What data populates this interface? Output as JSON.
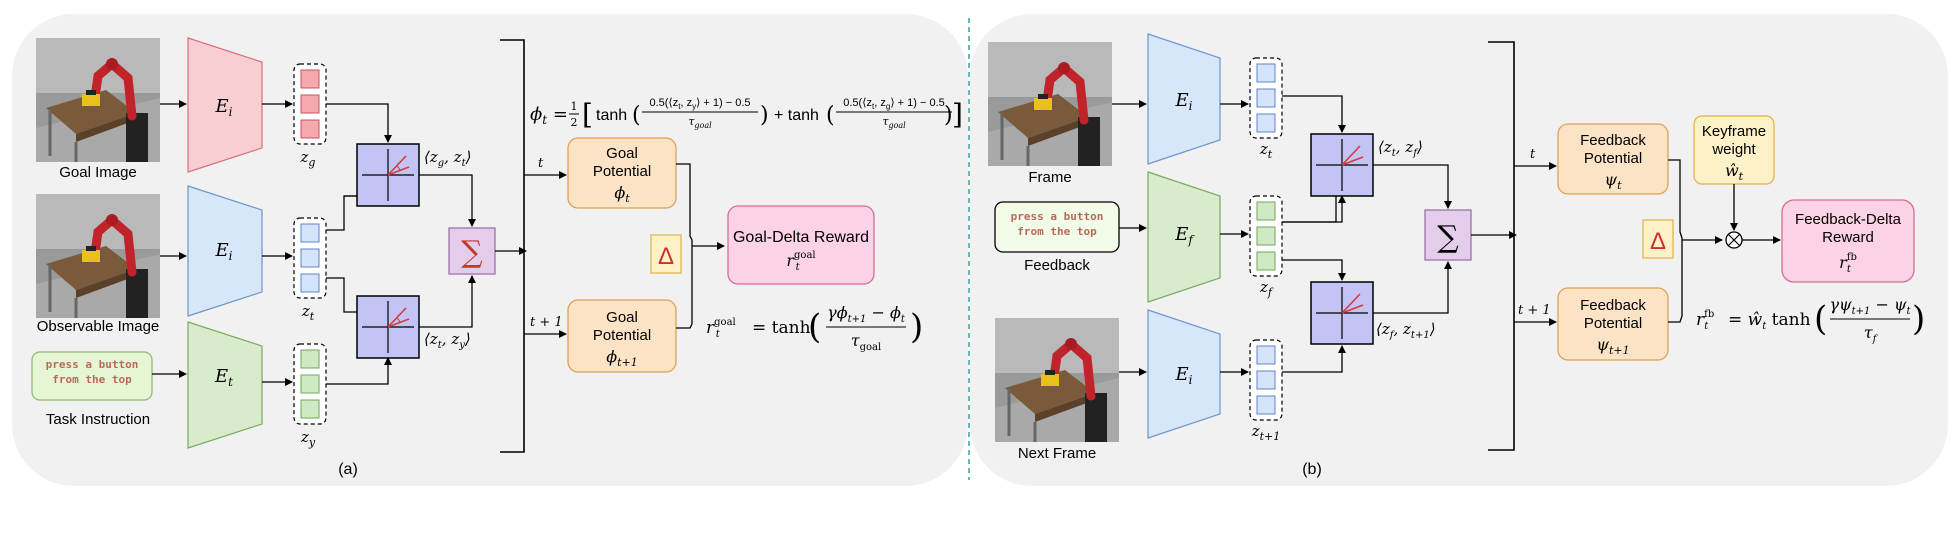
{
  "panel_a": {
    "label": "(a)",
    "goal_image_label": "Goal Image",
    "observable_image_label": "Observable Image",
    "task_instruction_label": "Task Instruction",
    "instruction_text_line1": "press a button",
    "instruction_text_line2": "from the top",
    "encoder_image": "E_i",
    "encoder_text": "E_t",
    "z_g": "z_g",
    "z_t": "z_t",
    "z_y": "z_y",
    "sim_goal": "⟨z_g, z_t⟩",
    "sim_task": "⟨z_t, z_y⟩",
    "sum_symbol": "∑",
    "phi_formula": "ϕt = ½ [ tanh( (0.5(⟨zt, zy⟩ + 1) − 0.5) / τgoal ) + tanh( (0.5(⟨zt, zg⟩ + 1) − 0.5) / τgoal ) ]",
    "t_label": "t",
    "t1_label": "t + 1",
    "goal_potential_line1": "Goal",
    "goal_potential_line2": "Potential",
    "phi_t": "ϕt",
    "phi_t1": "ϕt+1",
    "delta": "Δ",
    "goal_delta_title": "Goal-Delta Reward",
    "goal_delta_symbol": "r_t^goal",
    "reward_formula": "r_t^goal = tanh( (γϕt+1 − ϕt) / τgoal )"
  },
  "panel_b": {
    "label": "(b)",
    "frame_label": "Frame",
    "feedback_label": "Feedback",
    "next_frame_label": "Next Frame",
    "feedback_text_line1": "press a button",
    "feedback_text_line2": "from the top",
    "encoder_image": "E_i",
    "encoder_feedback": "E_f",
    "z_t": "z_t",
    "z_f": "z_f",
    "z_t1": "z_{t+1}",
    "sim_frame": "⟨z_t, z_f⟩",
    "sim_next": "⟨z_f, z_{t+1}⟩",
    "sum_symbol": "∑",
    "t_label": "t",
    "t1_label": "t + 1",
    "feedback_potential_line1": "Feedback",
    "feedback_potential_line2": "Potential",
    "psi_t": "ψt",
    "psi_t1": "ψt+1",
    "keyframe_line1": "Keyframe",
    "keyframe_line2": "weight",
    "keyframe_symbol": "ŵt",
    "delta": "Δ",
    "otimes": "⊗",
    "feedback_delta_line1": "Feedback-Delta",
    "feedback_delta_line2": "Reward",
    "feedback_delta_symbol": "r_t^fb",
    "reward_formula": "r_t^fb = ŵt tanh( (γψt+1 − ψt) / τf )"
  }
}
